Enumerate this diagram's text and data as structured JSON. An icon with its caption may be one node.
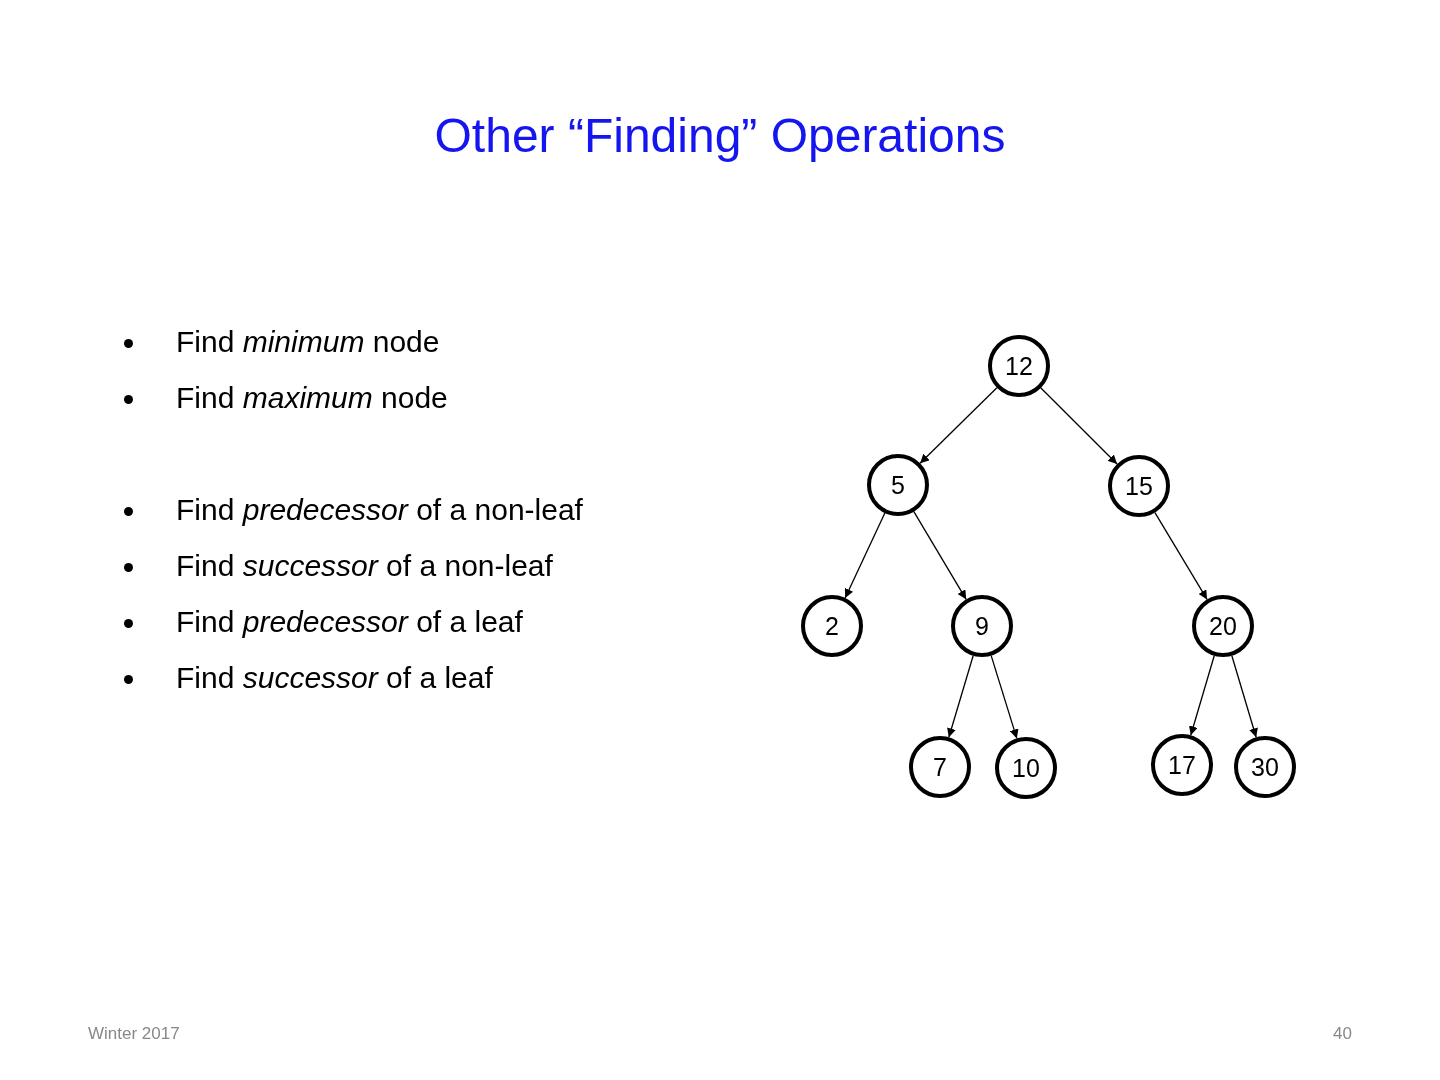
{
  "diagram": {
    "title": "Other “Finding” Operations",
    "nodes": [
      {
        "text": [
          "12"
        ]
      },
      {
        "text": [
          "5"
        ]
      },
      {
        "text": [
          "15"
        ]
      },
      {
        "text": [
          "2"
        ]
      },
      {
        "text": [
          "9"
        ]
      },
      {
        "text": [
          "20"
        ]
      },
      {
        "text": [
          "7"
        ]
      },
      {
        "text": [
          "10"
        ]
      },
      {
        "text": [
          "17"
        ]
      },
      {
        "text": [
          "30"
        ]
      }
    ],
    "edges": [
      {
        "from": 0,
        "to": 1,
        "arrow": "to"
      },
      {
        "from": 0,
        "to": 2,
        "arrow": "to"
      },
      {
        "from": 1,
        "to": 3,
        "arrow": "to"
      },
      {
        "from": 1,
        "to": 4,
        "arrow": "to"
      },
      {
        "from": 2,
        "to": 5,
        "arrow": "to"
      },
      {
        "from": 4,
        "to": 6,
        "arrow": "to"
      },
      {
        "from": 4,
        "to": 7,
        "arrow": "to"
      },
      {
        "from": 5,
        "to": 8,
        "arrow": "to"
      },
      {
        "from": 5,
        "to": 9,
        "arrow": "to"
      }
    ],
    "labels": [
      "Find *minimum* node",
      "Find *maximum* node",
      "Find *predecessor* of a non-leaf",
      "Find *successor* of a non-leaf",
      "Find *predecessor* of a leaf",
      "Find *successor* of a leaf",
      "Winter 2017",
      "40"
    ]
  }
}
